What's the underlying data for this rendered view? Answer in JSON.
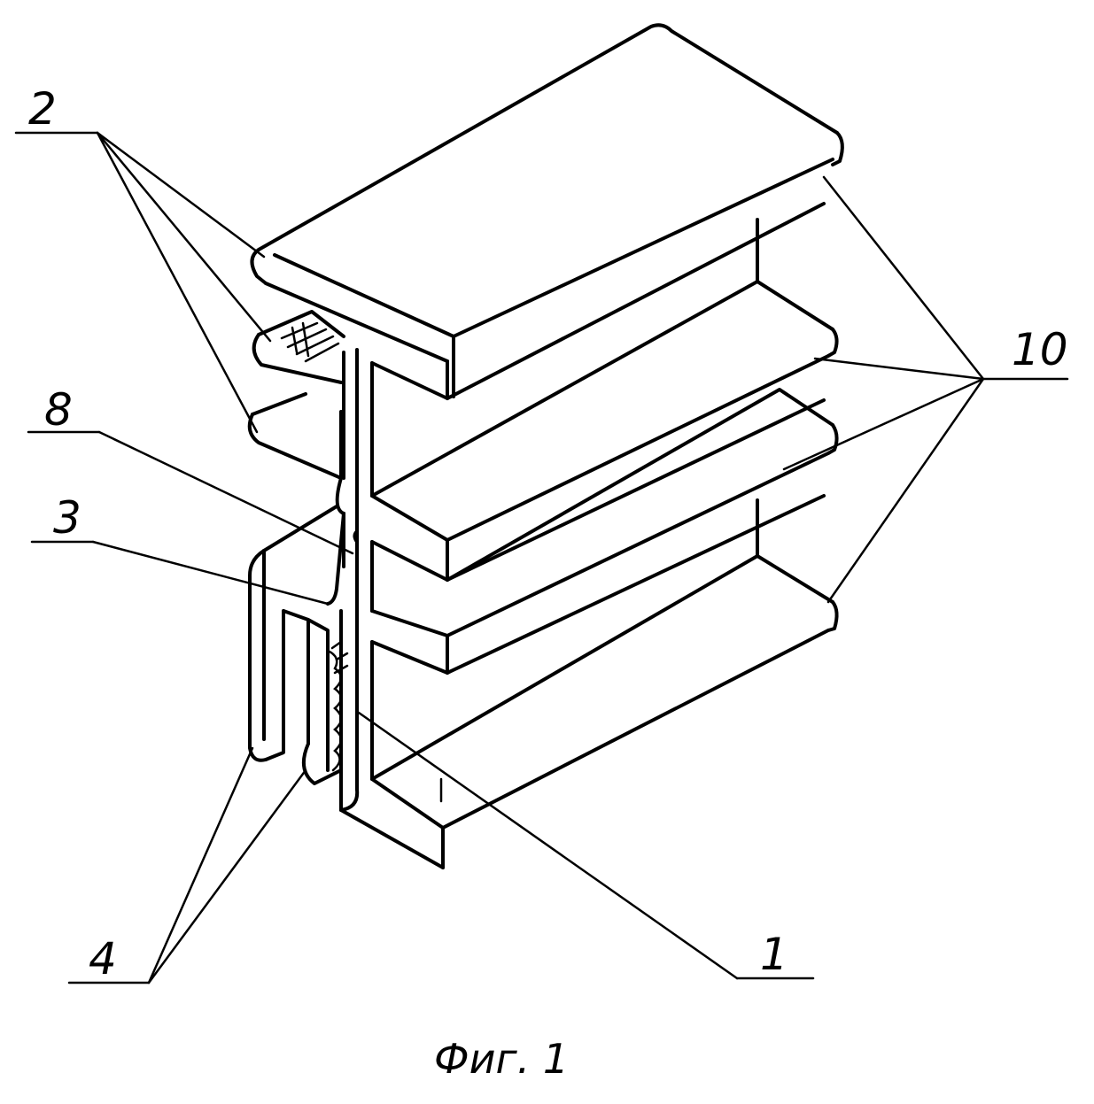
{
  "figure": {
    "caption": "Фиг. 1",
    "labels": {
      "label_2": "2",
      "label_8": "8",
      "label_3": "3",
      "label_4": "4",
      "label_10": "10",
      "label_1": "1"
    }
  }
}
